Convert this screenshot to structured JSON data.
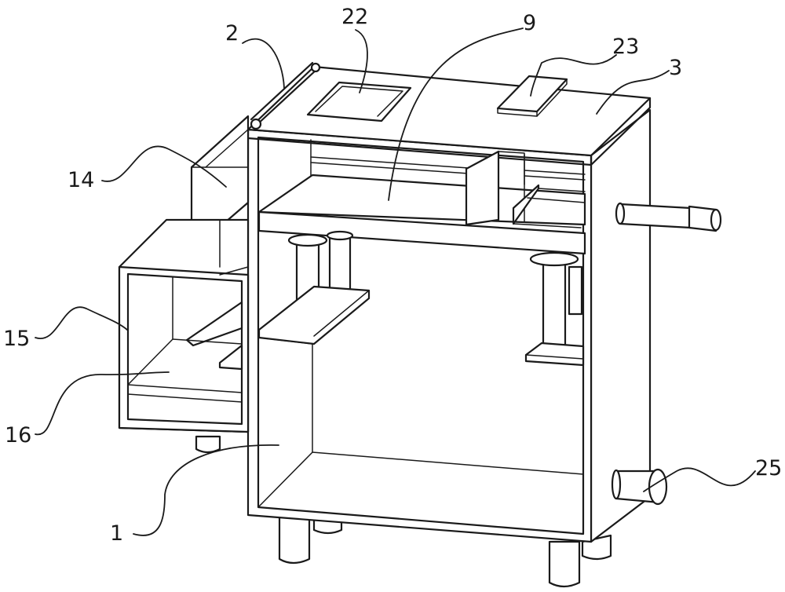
{
  "labels": {
    "l1": "1",
    "l2": "2",
    "l3": "3",
    "l9": "9",
    "l14": "14",
    "l15": "15",
    "l16": "16",
    "l22": "22",
    "l23": "23",
    "l25": "25"
  },
  "colors": {
    "line": "#1a1a1a",
    "background": "#ffffff"
  }
}
